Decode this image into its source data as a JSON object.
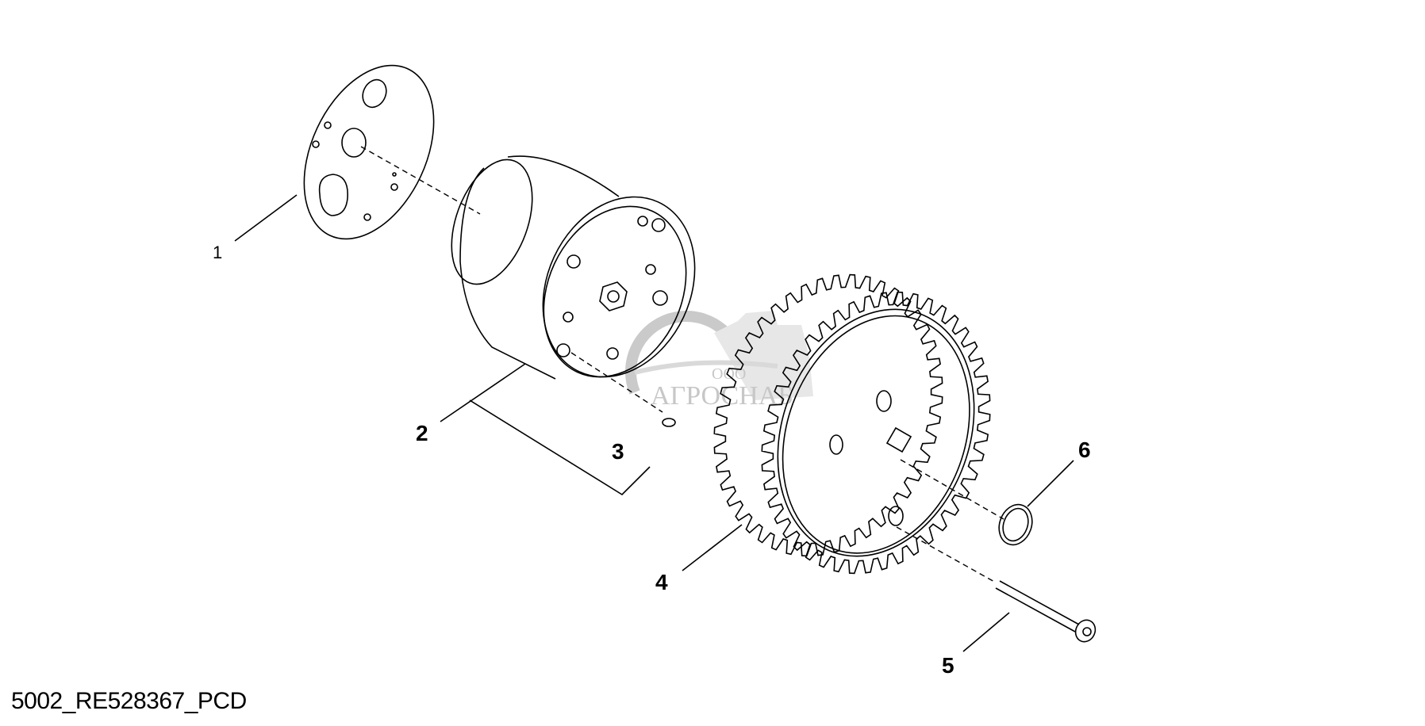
{
  "diagram": {
    "caption": "5002_RE528367_PCD",
    "callouts": [
      {
        "id": "1",
        "label": "1",
        "part": "gasket"
      },
      {
        "id": "2",
        "label": "2",
        "part": "pump-housing"
      },
      {
        "id": "3",
        "label": "3",
        "part": "dowel"
      },
      {
        "id": "4",
        "label": "4",
        "part": "gear"
      },
      {
        "id": "5",
        "label": "5",
        "part": "cap-screw"
      },
      {
        "id": "6",
        "label": "6",
        "part": "snap-ring"
      }
    ],
    "watermark": {
      "prefix": "ООО",
      "name": "АГРОСНАБ"
    }
  }
}
